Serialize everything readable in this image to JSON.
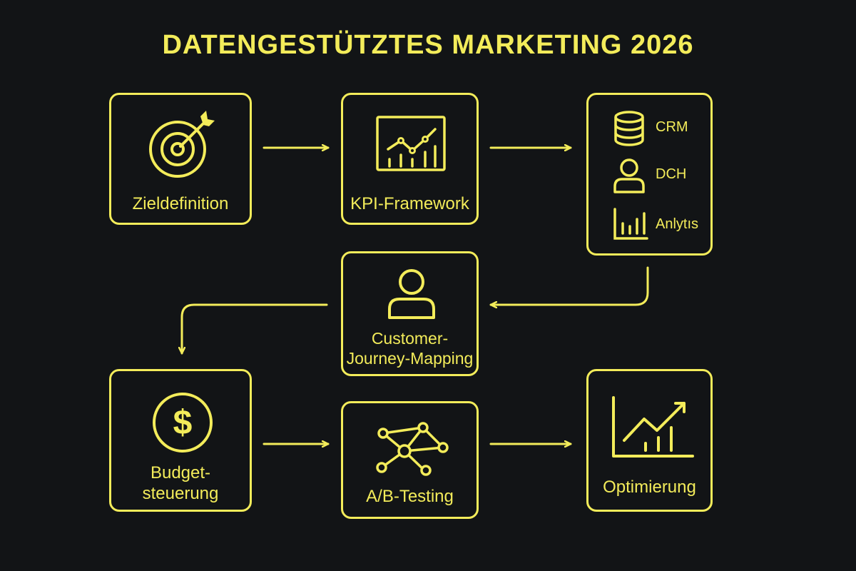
{
  "title": "DATENGESTÜTZTES MARKETING 2026",
  "accent_color": "#f3ec5a",
  "background_color": "#121416",
  "nodes": {
    "zieldefinition": {
      "label": "Zieldefinition",
      "icon": "target-icon"
    },
    "kpi": {
      "label": "KPI-Framework",
      "icon": "line-chart-icon"
    },
    "sources": {
      "items": [
        {
          "label": "CRM",
          "icon": "database-icon"
        },
        {
          "label": "DCH",
          "icon": "user-icon"
        },
        {
          "label": "Anlytıs",
          "icon": "bar-chart-icon"
        }
      ]
    },
    "journey": {
      "label_line1": "Customer-",
      "label_line2": "Journey-Mapping",
      "icon": "user-icon"
    },
    "budget": {
      "label_line1": "Budget-",
      "label_line2": "steuerung",
      "icon": "dollar-icon"
    },
    "ab": {
      "label": "A/B-Testing",
      "icon": "network-icon"
    },
    "optimierung": {
      "label": "Optimierung",
      "icon": "growth-chart-icon"
    }
  }
}
